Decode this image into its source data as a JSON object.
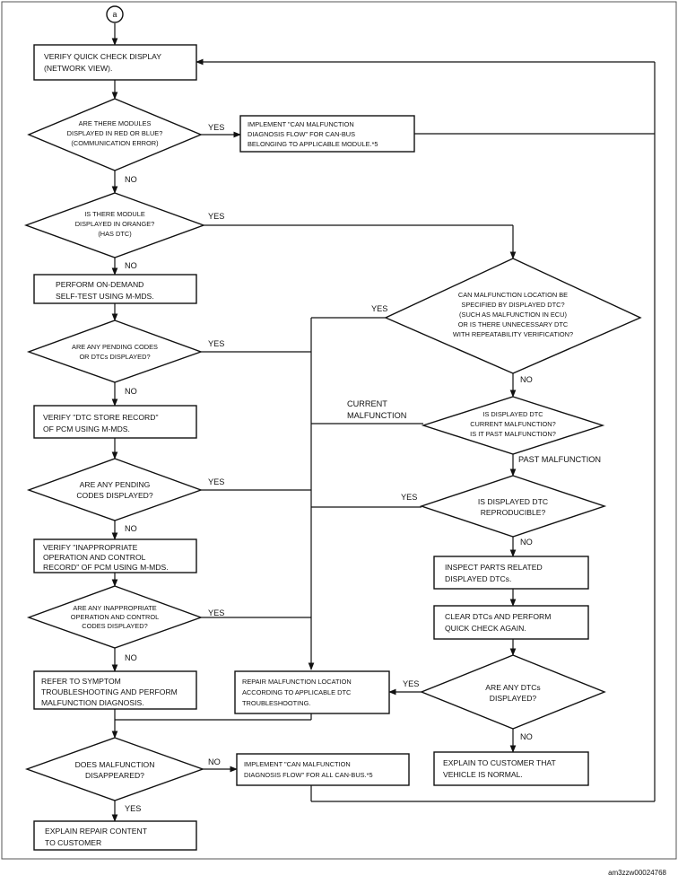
{
  "start_connector": "a",
  "boxes": {
    "verify_quick_check": [
      "VERIFY QUICK CHECK DISPLAY",
      "(NETWORK VIEW)."
    ],
    "implement_can_module": [
      "IMPLEMENT \"CAN MALFUNCTION",
      "DIAGNOSIS FLOW\" FOR CAN-BUS",
      "BELONGING TO APPLICABLE MODULE.*5"
    ],
    "on_demand_self_test": [
      "PERFORM ON-DEMAND",
      "SELF-TEST USING M-MDS."
    ],
    "verify_dtc_store": [
      "VERIFY \"DTC STORE RECORD\"",
      "OF PCM USING M-MDS."
    ],
    "verify_inappropriate": [
      "VERIFY \"INAPPROPRIATE",
      "OPERATION AND CONTROL",
      "RECORD\" OF PCM USING M-MDS."
    ],
    "refer_symptom": [
      "REFER TO SYMPTOM",
      "TROUBLESHOOTING AND PERFORM",
      "MALFUNCTION DIAGNOSIS."
    ],
    "repair_location": [
      "REPAIR MALFUNCTION LOCATION",
      "ACCORDING TO APPLICABLE DTC",
      "TROUBLESHOOTING."
    ],
    "implement_can_all": [
      "IMPLEMENT \"CAN MALFUNCTION",
      "DIAGNOSIS FLOW\" FOR ALL CAN-BUS.*5"
    ],
    "explain_repair": [
      "EXPLAIN REPAIR CONTENT",
      "TO CUSTOMER"
    ],
    "inspect_parts": [
      "INSPECT PARTS RELATED",
      "DISPLAYED DTCs."
    ],
    "clear_dtcs": [
      "CLEAR DTCs AND PERFORM",
      "QUICK CHECK AGAIN."
    ],
    "explain_normal": [
      "EXPLAIN TO CUSTOMER THAT",
      "VEHICLE IS NORMAL."
    ]
  },
  "decisions": {
    "red_or_blue": [
      "ARE THERE MODULES",
      "DISPLAYED IN RED OR BLUE?",
      "(COMMUNICATION ERROR)"
    ],
    "orange": [
      "IS THERE MODULE",
      "DISPLAYED IN ORANGE?",
      "(HAS DTC)"
    ],
    "pending_or_dtcs": [
      "ARE ANY PENDING CODES",
      "OR DTCs DISPLAYED?"
    ],
    "pending_codes": [
      "ARE ANY PENDING",
      "CODES DISPLAYED?"
    ],
    "inappropriate_codes": [
      "ARE ANY INAPPROPRIATE",
      "OPERATION AND CONTROL",
      "CODES DISPLAYED?"
    ],
    "malfunction_disappeared": [
      "DOES MALFUNCTION",
      "DISAPPEARED?"
    ],
    "location_specified": [
      "CAN MALFUNCTION LOCATION BE",
      "SPECIFIED BY DISPLAYED DTC?",
      "(SUCH AS MALFUNCTION IN ECU)",
      "OR IS THERE UNNECESSARY DTC",
      "WITH REPEATABILITY VERIFICATION?"
    ],
    "current_or_past": [
      "IS DISPLAYED DTC",
      "CURRENT MALFUNCTION?",
      "IS IT PAST MALFUNCTION?"
    ],
    "reproducible": [
      "IS DISPLAYED DTC",
      "REPRODUCIBLE?"
    ],
    "any_dtcs": [
      "ARE ANY DTCs",
      "DISPLAYED?"
    ]
  },
  "labels": {
    "yes": "YES",
    "no": "NO",
    "current_malfunction": [
      "CURRENT",
      "MALFUNCTION"
    ],
    "past_malfunction": "PAST MALFUNCTION"
  },
  "footer_code": "am3zzw00024768"
}
